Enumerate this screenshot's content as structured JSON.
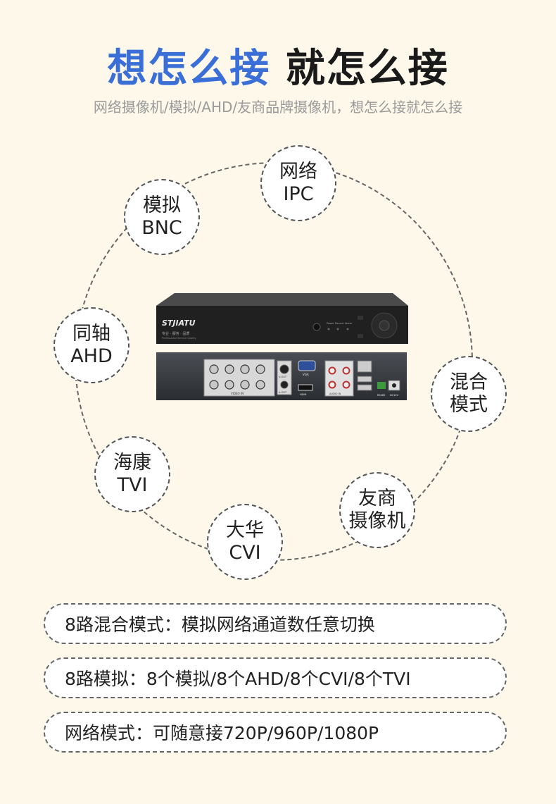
{
  "header": {
    "title_part1": "想怎么接",
    "title_part2": "就怎么接",
    "subtitle": "网络摄像机/模拟/AHD/友商品牌摄像机，想怎么接就怎么接"
  },
  "nodes": [
    {
      "line1": "网络",
      "line2": "IPC"
    },
    {
      "line1": "模拟",
      "line2": "BNC"
    },
    {
      "line1": "同轴",
      "line2": "AHD"
    },
    {
      "line1": "混合",
      "line2": "模式"
    },
    {
      "line1": "海康",
      "line2": "TVI"
    },
    {
      "line1": "友商",
      "line2": "摄像机"
    },
    {
      "line1": "大华",
      "line2": "CVI"
    }
  ],
  "product": {
    "brand": "STJIATU",
    "tagline": "专业 · 服务 · 品质",
    "tagline_en": "Professional Service Quality",
    "indicator_labels": [
      "Power",
      "Record",
      "Alarm"
    ],
    "port_labels": [
      "VIDEO IN",
      "V-OUT",
      "A-OUT",
      "VGA",
      "HDMI",
      "AUDIO IN",
      "RS485",
      "DC12V"
    ]
  },
  "features": [
    "8路混合模式：模拟网络通道数任意切换",
    "8路模拟：8个模拟/8个AHD/8个CVI/8个TVI",
    "网络模式：可随意接720P/960P/1080P"
  ]
}
